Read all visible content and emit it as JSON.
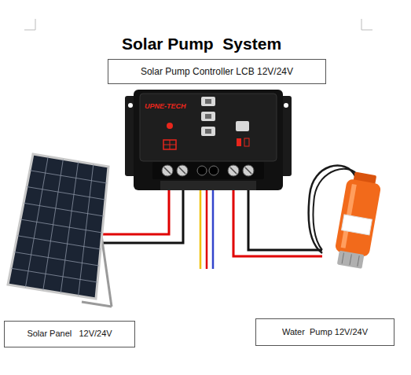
{
  "diagram": {
    "title": "Solar Pump  System",
    "nodes": [
      {
        "text": [
          "Solar Pump Controller LCB 12V/24V"
        ]
      },
      {
        "text": [
          "Solar Panel   12V/24V"
        ]
      },
      {
        "text": [
          "Water  Pump 12V/24V"
        ]
      }
    ],
    "labels": [
      "UPNE-TECH"
    ]
  }
}
